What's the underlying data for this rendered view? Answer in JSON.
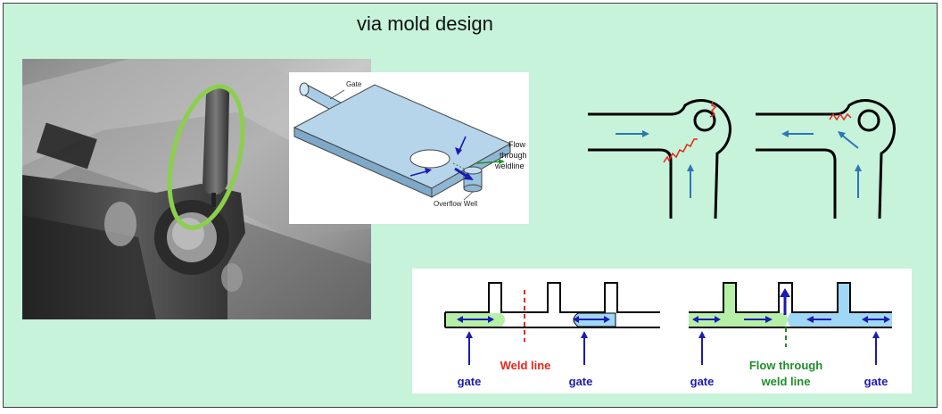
{
  "title": "via mold design",
  "mold_diagram": {
    "gate_label": "Gate",
    "flow_line1": "Flow",
    "flow_line2": "through",
    "flow_line3": "weldline",
    "overflow_label": "Overflow Well"
  },
  "gate_diagram": {
    "weld_line_label": "Weld line",
    "flow_through_line1": "Flow through",
    "flow_through_line2": "weld line",
    "gate_label": "gate"
  },
  "colors": {
    "background": "#c6f3da",
    "highlight_ellipse": "#8ccf4d",
    "arrow_blue": "#2e75b6",
    "weld_red": "#e8251a",
    "flow_green": "#1f8f2a",
    "gate_navy": "#1a1ab4",
    "melt_green": "#b6f0a6",
    "melt_blue": "#9fd7f5"
  }
}
